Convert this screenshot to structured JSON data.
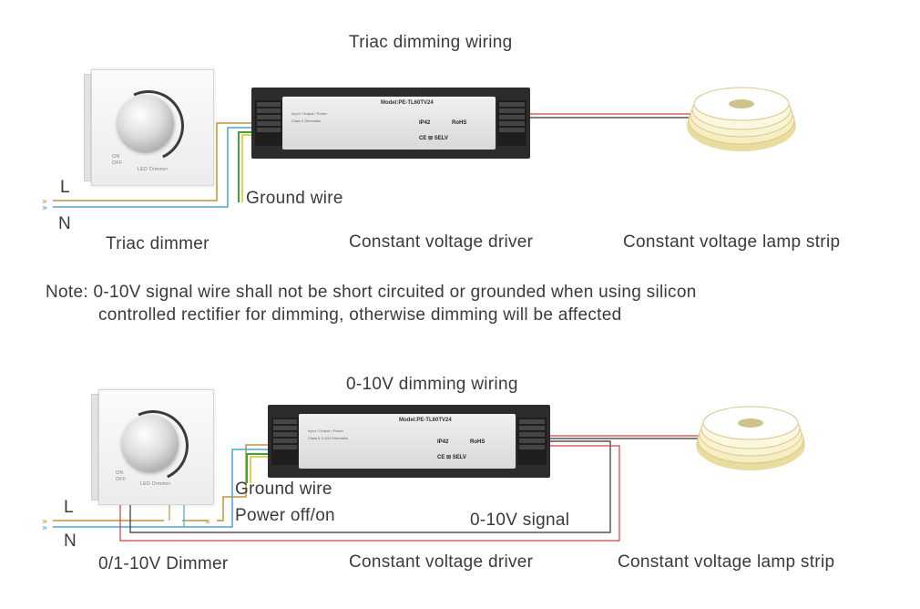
{
  "top": {
    "title": "Triac dimming wiring",
    "line_label": "L",
    "neutral_label": "N",
    "ground_label": "Ground wire",
    "dimmer_caption": "Triac dimmer",
    "driver_caption": "Constant voltage driver",
    "strip_caption": "Constant voltage lamp strip"
  },
  "note": {
    "line1": "Note: 0-10V signal wire shall not be short circuited or grounded when using silicon",
    "line2": "controlled rectifier for dimming, otherwise dimming will be affected"
  },
  "bottom": {
    "title": "0-10V dimming wiring",
    "line_label": "L",
    "neutral_label": "N",
    "ground_label": "Ground wire",
    "power_label": "Power  off/on",
    "signal_label": "0-10V signal",
    "dimmer_caption": "0/1-10V Dimmer",
    "driver_caption": "Constant voltage driver",
    "strip_caption": "Constant voltage lamp strip"
  },
  "device_text": {
    "dimmer_label": "LED Dimmer",
    "dimmer_on": "ON",
    "dimmer_off": "OFF",
    "driver_model": "Model:PE-TL60TV24",
    "driver_ip": "IP42",
    "driver_rohs": "RoHS",
    "driver_marks": "CE ⊠ SELV"
  },
  "colors": {
    "live_wire": "#c8913a",
    "neutral_wire": "#4aa3d8",
    "ground_green": "#3aa63a",
    "ground_yellow": "#d8c21a",
    "signal_red": "#d04040",
    "signal_black": "#333333",
    "strip_glow": "#f3e7b0"
  }
}
